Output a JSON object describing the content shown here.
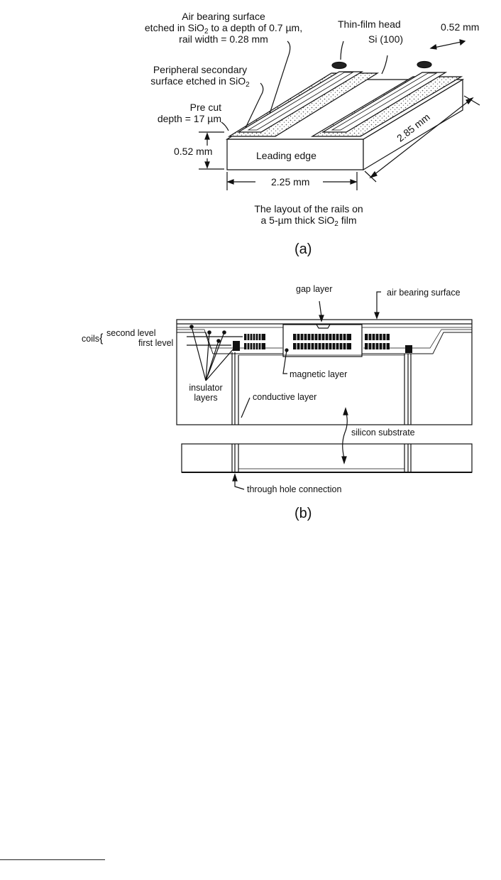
{
  "figure_a": {
    "labels": {
      "air_bearing_line1": "Air bearing surface",
      "air_bearing_line2_pre": "etched in SiO",
      "air_bearing_line2_sub": "2",
      "air_bearing_line2_post": " to a depth of 0.7 µm,",
      "air_bearing_line3": "rail width = 0.28 mm",
      "thin_film_head": "Thin-film head",
      "width_top": "0.52 mm",
      "si_orientation": "Si (100)",
      "peripheral_line1": "Peripheral secondary",
      "peripheral_line2_pre": "surface etched in SiO",
      "peripheral_line2_sub": "2",
      "precut_line1": "Pre cut",
      "precut_line2": "depth = 17 µm",
      "height": "0.52 mm",
      "leading_edge": "Leading edge",
      "width_front": "2.25 mm",
      "length": "2.85 mm",
      "caption_line1": "The layout of the rails on",
      "caption_line2_pre": "a 5-µm thick SiO",
      "caption_line2_sub": "2",
      "caption_line2_post": " film"
    },
    "panel_label": "(a)"
  },
  "figure_b": {
    "labels": {
      "gap_layer": "gap layer",
      "air_bearing_surface": "air bearing surface",
      "coils": "coils",
      "second_level": "second level",
      "first_level": "first level",
      "insulator_line1": "insulator",
      "insulator_line2": "layers",
      "magnetic_layer": "magnetic layer",
      "conductive_layer": "conductive layer",
      "silicon_substrate": "silicon substrate",
      "through_hole": "through hole connection"
    },
    "panel_label": "(b)"
  }
}
